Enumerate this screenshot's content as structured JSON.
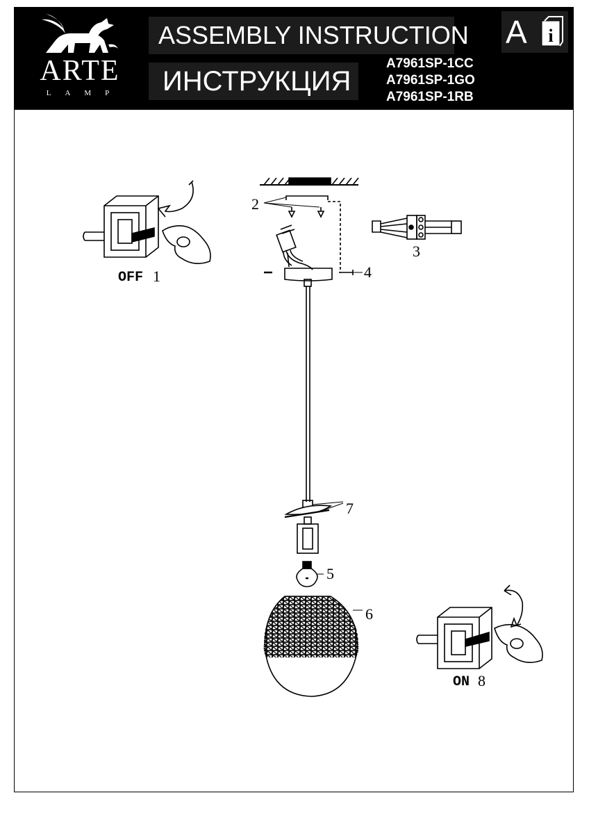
{
  "header": {
    "brand": "ARTE",
    "brand_sub": "LAMP",
    "title_en": "ASSEMBLY  INSTRUCTION",
    "title_ru": "ИНСТРУКЦИЯ",
    "models": [
      "A7961SP-1CC",
      "A7961SP-1GO",
      "A7961SP-1RB"
    ],
    "info_letter": "A"
  },
  "steps": {
    "off_label": "OFF",
    "on_label": "ON",
    "s1": "1",
    "s2": "2",
    "s3": "3",
    "s4": "4",
    "s5": "5",
    "s6": "6",
    "s7": "7",
    "s8": "8"
  },
  "colors": {
    "header_bg": "#000000",
    "panel_bg": "#1c1c1c",
    "ink": "#000000"
  }
}
